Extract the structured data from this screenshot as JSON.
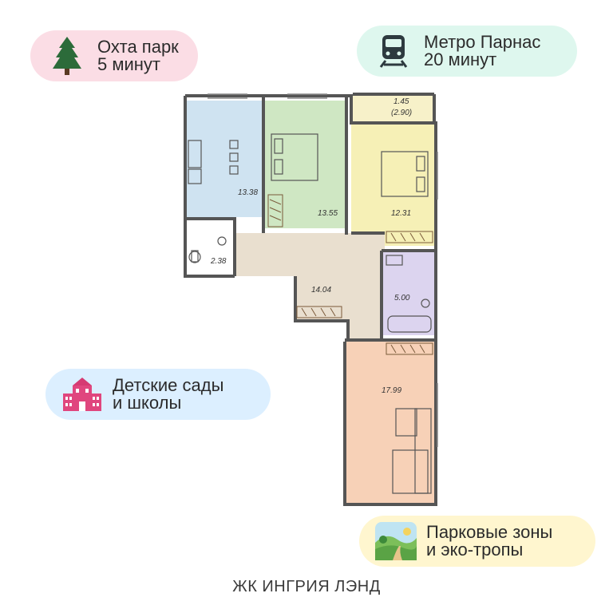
{
  "badges": {
    "park": {
      "line1": "Охта парк",
      "line2": "5 минут",
      "icon": "tree-icon",
      "bg": "#fbdde5"
    },
    "metro": {
      "line1": "Метро Парнас",
      "line2": "20 минут",
      "icon": "metro-train-icon",
      "bg": "#def7ee"
    },
    "kids": {
      "line1": "Детские сады",
      "line2": "и школы",
      "icon": "school-building-icon",
      "bg": "#dcefff"
    },
    "eco": {
      "line1": "Парковые зоны",
      "line2": "и эко-тропы",
      "icon": "park-landscape-icon",
      "bg": "#fff6cf"
    }
  },
  "rooms": {
    "kitchen": {
      "area": "13.38",
      "color": "#cfe3f1"
    },
    "bedroom1": {
      "area": "13.55",
      "color": "#cfe7c3"
    },
    "bedroom2": {
      "area": "12.31",
      "color": "#f6f0b6"
    },
    "balcony": {
      "area": "1.45",
      "area_alt": "(2.90)",
      "color": "#f7f1c9"
    },
    "bathroom_small": {
      "area": "2.38",
      "color": "#ffffff"
    },
    "hall": {
      "area": "14.04",
      "color": "#e9dfcf"
    },
    "bathroom": {
      "area": "5.00",
      "color": "#dcd4ef"
    },
    "living": {
      "area": "17.99",
      "color": "#f7d1b7"
    }
  },
  "footer": "ЖК ИНГРИЯ ЛЭНД"
}
